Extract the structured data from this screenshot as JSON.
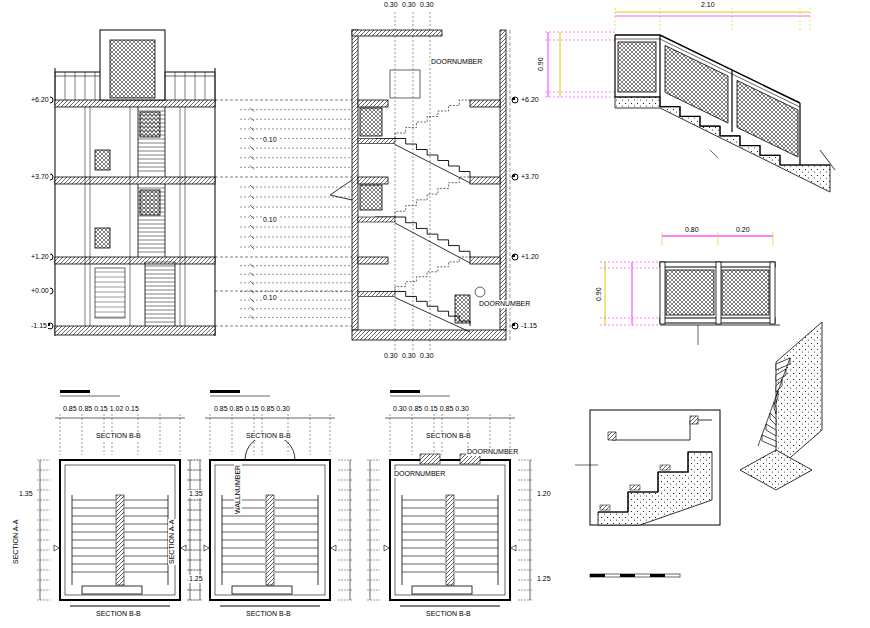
{
  "diagram": {
    "labels": [
      "+6.20",
      "+3.70",
      "+1.20",
      "+0.00",
      "-1.15",
      "+6.20",
      "+3.70",
      "+1.20",
      "-1.15",
      "DOORNUMBER",
      "DOORNUMBER",
      "0.30",
      "0.30",
      "0.30",
      "0.10",
      "0.10",
      "0.10",
      "0.30",
      "0.30",
      "0.30",
      "2.10",
      "0.90",
      "0.80",
      "0.20",
      "0.90",
      "0.85 0.85 0.15 1.02 0.15",
      "SECTION B-B",
      "SECTION A-A",
      "1.35",
      "SECTION B-B",
      "0.85 0.85 0.15 0.85 0.30",
      "SECTION B-B",
      "1.35",
      "1.25",
      "SECTION B-B",
      "0.30 0.85 0.15 0.85 0.30",
      "SECTION B-B",
      "DOORNUMBER",
      "DOORNUMBER",
      "1.20",
      "1.25",
      "SECTION B-B",
      "SECTION A-A",
      "WALLNUMBER"
    ]
  }
}
